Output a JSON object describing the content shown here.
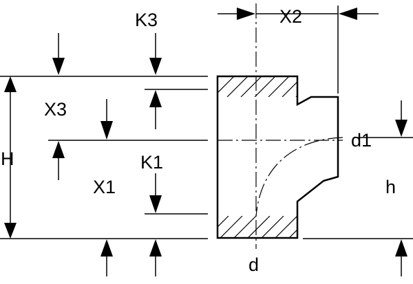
{
  "labels": {
    "k3": "K3",
    "x2": "X2",
    "x3": "X3",
    "h_upper": "H",
    "k1": "K1",
    "x1": "X1",
    "d1": "d1",
    "h_lower": "h",
    "d": "d"
  },
  "colors": {
    "line": "#000000",
    "background": "#ffffff"
  }
}
